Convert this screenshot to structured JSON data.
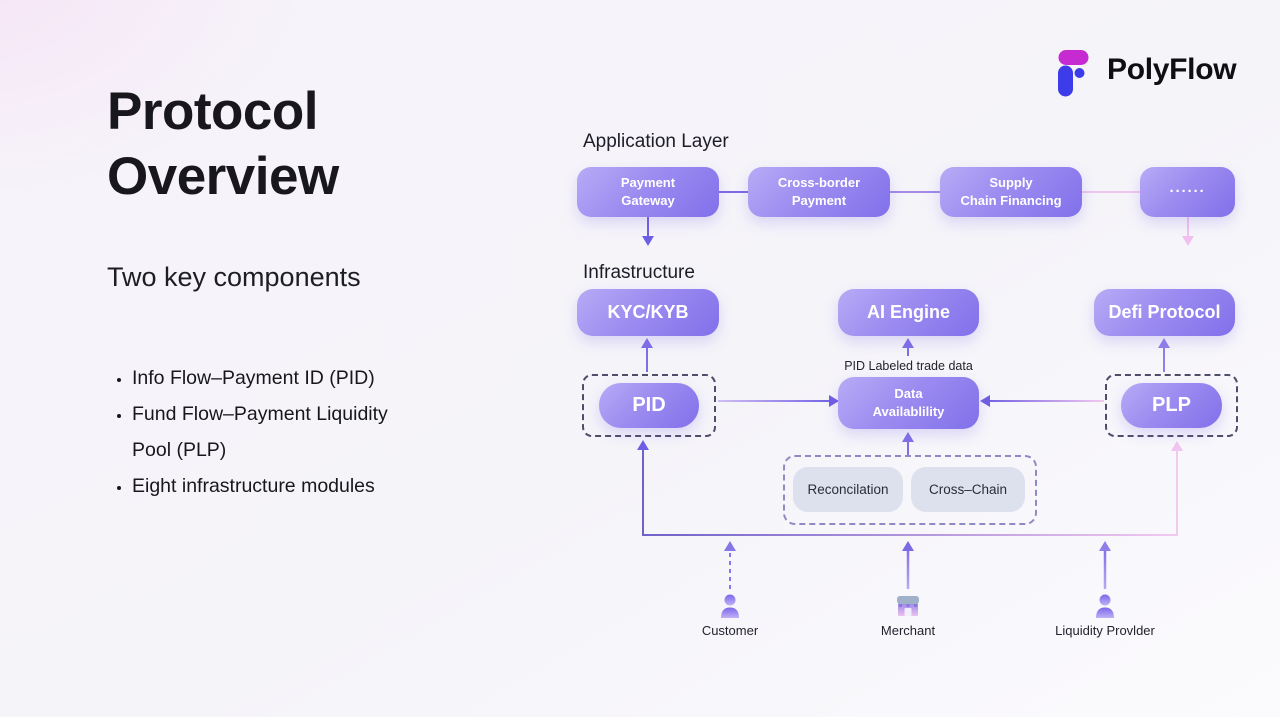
{
  "left_panel": {
    "title": "Protocol\nOverview",
    "subtitle": "Two key components",
    "bullets": [
      "Info Flow–Payment ID (PID)",
      "Fund Flow–Payment Liquidity Pool (PLP)",
      "Eight infrastructure modules"
    ]
  },
  "logo": {
    "name": "PolyFlow"
  },
  "diagram": {
    "application_layer": {
      "label": "Application Layer",
      "boxes": [
        "Payment\nGateway",
        "Cross-border\nPayment",
        "Supply\nChain Financing",
        "······"
      ]
    },
    "infrastructure": {
      "label": "Infrastructure",
      "boxes": [
        "KYC/KYB",
        "AI Engine",
        "Defi Protocol"
      ]
    },
    "middle": {
      "pid_label": "PID",
      "data_availability_label": "Data\nAvailablility",
      "plp_label": "PLP",
      "annotation": "PID Labeled trade data"
    },
    "modules": [
      "Reconcilation",
      "Cross–Chain"
    ],
    "actors": [
      "Customer",
      "Merchant",
      "Liquidity Provlder"
    ]
  },
  "colors": {
    "accent_purple": "#6f5fe3",
    "accent_pink": "#f2c4ef",
    "logo_magenta": "#c62bd2",
    "logo_blue": "#3c3cea",
    "box_gradient_start": "#b7abf6",
    "box_gradient_end": "#8170ea"
  }
}
